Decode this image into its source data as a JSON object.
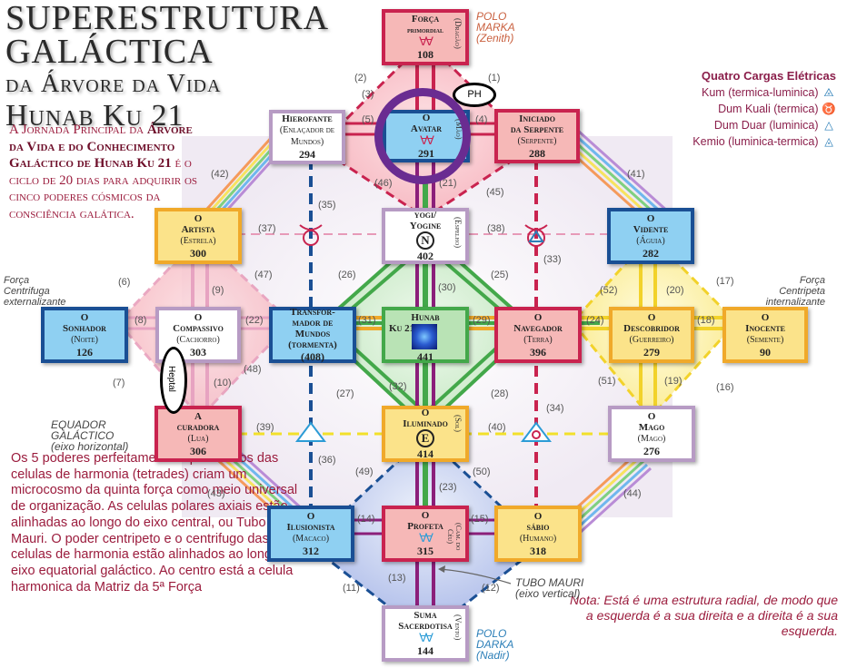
{
  "title": {
    "line1": "SUPERESTRUTURA",
    "line2": "GALÁCTICA",
    "line3": "da Árvore da Vida",
    "line4": "Hunab Ku 21"
  },
  "intro": {
    "part1": "A Jornada Principal da ",
    "bold": "Árvore da Vida e do Conhecimento Galáctico de Hunab Ku 21",
    "part2": " é o ciclo de 20 dias para adquirir os cinco poderes cósmicos da consciência galática."
  },
  "bottom_text": "Os 5 poderes perfeitamente equili-brados das celulas de harmonia (tetrades) criam um microcosmo da quinta força como meio universal de organização. As celulas polares axiais estão alinhadas ao longo do eixo central, ou Tubo Mauri. O poder centripeto e o centrifugo das celulas de harmonia estão alinhados ao longo do eixo equatorial galáctico. Ao centro está a celula harmonica da Matriz da 5ª Força",
  "note": "Nota: Está é uma estrutura radial, de modo que a esquerda é a sua direita e a direita é a sua esquerda.",
  "legend": {
    "title": "Quatro Cargas Elétricas",
    "items": [
      {
        "label": "Kum (termica-luminica)",
        "icon": "kum-icon",
        "glyph": "⨻"
      },
      {
        "label": "Dum Kuali (termica)",
        "icon": "dum-kuali-icon",
        "glyph": "♉"
      },
      {
        "label": "Dum Duar (luminica)",
        "icon": "dum-duar-icon",
        "glyph": "△"
      },
      {
        "label": "Kemio (luminica-termica)",
        "icon": "kemio-icon",
        "glyph": "◬"
      }
    ]
  },
  "labels": {
    "polo_marka": [
      "POLO",
      "MARKA",
      "(Zenith)"
    ],
    "polo_darka": [
      "POLO",
      "DARKA",
      "(Nadir)"
    ],
    "forca_centrifuga": [
      "Força",
      "Centrifuga",
      "externalizante"
    ],
    "forca_centripeta": [
      "Força",
      "Centripeta",
      "internalizante"
    ],
    "equador": [
      "EQUADOR",
      "GALÁCTICO",
      "(eixo horizontal)"
    ],
    "tubo_mauri": [
      "TUBO MAURI",
      "(eixo vertical)"
    ],
    "ph": "PH",
    "heptal": "Heptal"
  },
  "nodes": {
    "forca": {
      "name1": "Força",
      "name2": "primordial",
      "num": "108",
      "side": "(Dragão)",
      "sym": "∀∀"
    },
    "hierofante": {
      "name1": "Hierofante",
      "trib": "(Enlaçador de Mundos)",
      "num": "294"
    },
    "avatar": {
      "name1": "O",
      "name2": "Avatar",
      "num": "291",
      "side": "(Mão)",
      "sym": "∀∀"
    },
    "iniciado": {
      "name1": "Iniciado",
      "name2": "da Serpente",
      "trib": "(Serpente)",
      "num": "288"
    },
    "artista": {
      "name1": "O",
      "name2": "Artista",
      "trib": "(Estrela)",
      "num": "300"
    },
    "yogi": {
      "name1": "yogi/",
      "name2": "Yogine",
      "num": "402",
      "side": "(Espelho)",
      "sym": "N"
    },
    "vidente": {
      "name1": "O",
      "name2": "Vidente",
      "trib": "(Águia)",
      "num": "282"
    },
    "sonhador": {
      "name1": "O",
      "name2": "Sonhador",
      "trib": "(Noite)",
      "num": "126"
    },
    "compassivo": {
      "name1": "O",
      "name2": "Compassivo",
      "trib": "(Cachorro)",
      "num": "303"
    },
    "transformador": {
      "name1": "Transfor-",
      "name2": "mador de Mundos",
      "trib": "(tormenta)",
      "num": "(408)"
    },
    "hunab": {
      "name1": "Hunab",
      "name2": "Ku 21",
      "num": "441"
    },
    "navegador": {
      "name1": "O",
      "name2": "Navegador",
      "trib": "(Terra)",
      "num": "396"
    },
    "descobridor": {
      "name1": "O",
      "name2": "Descobridor",
      "trib": "(Guerreiro)",
      "num": "279"
    },
    "inocente": {
      "name1": "O",
      "name2": "Inocente",
      "trib": "(Semente)",
      "num": "90"
    },
    "curadora": {
      "name1": "A",
      "name2": "curadora",
      "trib": "(Lua)",
      "num": "306"
    },
    "iluminado": {
      "name1": "O",
      "name2": "Iluminado",
      "num": "414",
      "side": "(Sol)",
      "sym": "E"
    },
    "mago": {
      "name1": "O",
      "name2": "Mago",
      "trib": "(Mago)",
      "num": "276"
    },
    "ilusionista": {
      "name1": "O",
      "name2": "Ilusionista",
      "trib": "(Macaco)",
      "num": "312"
    },
    "profeta": {
      "name1": "O",
      "name2": "Profeta",
      "num": "315",
      "side": "(Cam. do Céu)",
      "sym": "∀∀"
    },
    "sabio": {
      "name1": "O",
      "name2": "sábio",
      "trib": "(Humano)",
      "num": "318"
    },
    "suma": {
      "name1": "Suma",
      "name2": "Sacerdotisa",
      "num": "144",
      "side": "(Vento)",
      "sym": "∀∀"
    }
  },
  "path_numbers": [
    "(1)",
    "(2)",
    "(5)",
    "(4)",
    "(42)",
    "(41)",
    "(46)",
    "(21)",
    "(45)",
    "(35)",
    "(37)",
    "(38)",
    "(33)",
    "(6)",
    "(9)",
    "(47)",
    "(26)",
    "(30)",
    "(25)",
    "(52)",
    "(20)",
    "(17)",
    "(8)",
    "(22)",
    "(31)",
    "(29)",
    "(24)",
    "(18)",
    "(7)",
    "(48)",
    "(10)",
    "(27)",
    "(32)",
    "(28)",
    "(51)",
    "(19)",
    "(16)",
    "(34)",
    "(39)",
    "(40)",
    "(36)",
    "(49)",
    "(50)",
    "(23)",
    "(43)",
    "(44)",
    "(14)",
    "(15)",
    "(13)",
    "(11)",
    "(12)",
    "(3)"
  ]
}
